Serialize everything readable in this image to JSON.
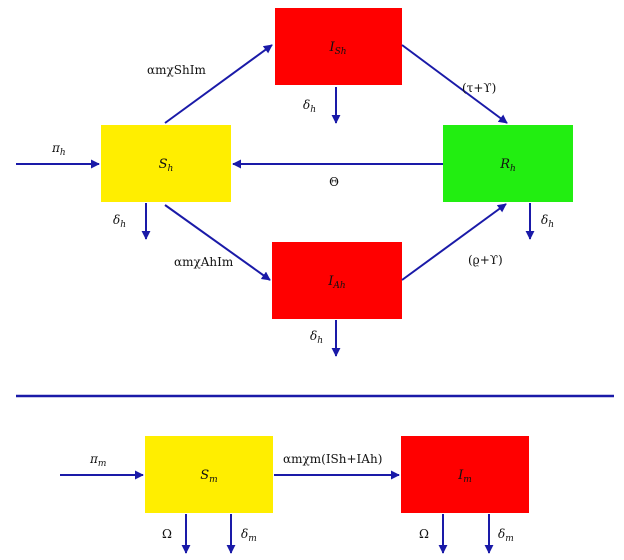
{
  "colors": {
    "arrow": "#1a1aa8",
    "susceptible": "#ffee00",
    "infected": "#ff0000",
    "recovered": "#22ee11",
    "divider": "#1a1aa8"
  },
  "human_model": {
    "compartments": {
      "S": {
        "label": "S",
        "sub": "h"
      },
      "IS": {
        "label": "I",
        "sub": "Sh"
      },
      "IA": {
        "label": "I",
        "sub": "Ah"
      },
      "R": {
        "label": "R",
        "sub": "h"
      }
    },
    "edges": {
      "recruitment": "π",
      "recruitment_sub": "h",
      "to_IS": "αmχShIm",
      "to_IA": "αmχAhIm",
      "IS_to_R": "(τ+ϒ)",
      "IA_to_R": "(ϱ+ϒ)",
      "R_to_S": "Θ",
      "death": "δ",
      "death_sub": "h"
    }
  },
  "mosquito_model": {
    "compartments": {
      "S": {
        "label": "S",
        "sub": "m"
      },
      "I": {
        "label": "I",
        "sub": "m"
      }
    },
    "edges": {
      "recruitment": "π",
      "recruitment_sub": "m",
      "infection": "αmχm(ISh+IAh)",
      "omega": "Ω",
      "death": "δ",
      "death_sub": "m"
    }
  }
}
